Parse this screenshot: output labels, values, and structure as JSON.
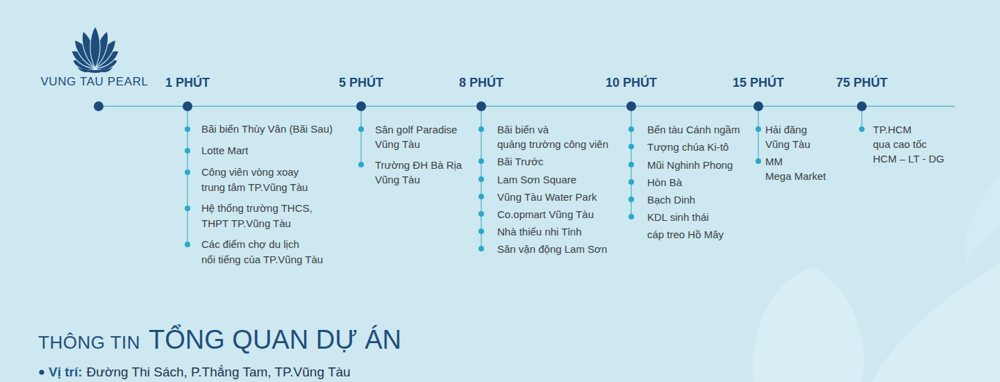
{
  "diagram": {
    "labels": [
      "VUNG TAU PEARL",
      "1 PHÚT",
      "Bãi biển Thùy Vân (Bãi Sau)",
      "Lotte Mart",
      "Công viên vòng xoay trung tâm TP.Vũng Tàu",
      "Hệ thống trường THCS, THPT TP.Vũng Tàu",
      "Các điểm chợ du lịch nổi tiếng của TP.Vũng Tàu",
      "5 PHÚT",
      "Sân golf Paradise Vũng Tàu",
      "Trường ĐH Bà Rịa Vũng Tàu",
      "8 PHÚT",
      "Bãi biển và quảng trường công viên",
      "Bãi Trước",
      "Lam Sơn Square",
      "Vũng Tàu Water Park",
      "Co.opmart Vũng Tàu",
      "Nhà thiếu nhi Tỉnh",
      "Sân vận động Lam Sơn",
      "10 PHÚT",
      "Bến tàu Cánh ngầm",
      "Tượng chúa Ki-tô",
      "Mũi Nghinh Phong",
      "Hòn Bà",
      "Bạch Dinh",
      "KDL sinh thái cáp treo Hồ Mây",
      "15 PHÚT",
      "Hải đăng Vũng Tàu",
      "MM Mega Market",
      "75 PHÚT",
      "TP.HCM qua cao tốc HCM – LT - DG",
      "THÔNG TIN",
      "TỔNG QUAN DỰ ÁN",
      "Vị trí:",
      "Đường Thi Sách, P.Thắng Tam, TP.Vũng Tàu"
    ]
  }
}
